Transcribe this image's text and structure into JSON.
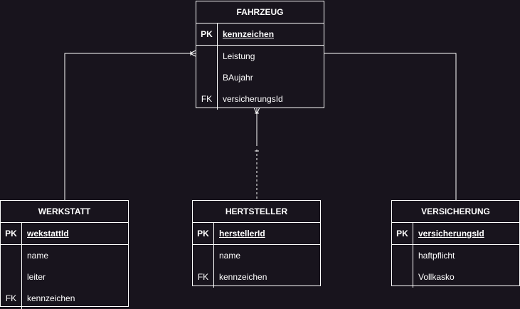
{
  "colors": {
    "background": "#18141d",
    "line": "#ffffff",
    "text": "#ffffff"
  },
  "entities": {
    "fahrzeug": {
      "title": "FAHRZEUG",
      "pk": {
        "key": "PK",
        "name": "kennzeichen"
      },
      "attributes": [
        {
          "key": "",
          "name": "Leistung"
        },
        {
          "key": "",
          "name": "BAujahr"
        },
        {
          "key": "FK",
          "name": "versicherungsId"
        }
      ]
    },
    "werkstatt": {
      "title": "WERKSTATT",
      "pk": {
        "key": "PK",
        "name": "wekstattId"
      },
      "attributes": [
        {
          "key": "",
          "name": "name"
        },
        {
          "key": "",
          "name": "leiter"
        },
        {
          "key": "FK",
          "name": "kennzeichen"
        }
      ]
    },
    "hertsteller": {
      "title": "HERTSTELLER",
      "pk": {
        "key": "PK",
        "name": "herstellerId"
      },
      "attributes": [
        {
          "key": "",
          "name": "name"
        },
        {
          "key": "FK",
          "name": "kennzeichen"
        }
      ]
    },
    "versicherung": {
      "title": "VERSICHERUNG",
      "pk": {
        "key": "PK",
        "name": "versicherungsId"
      },
      "attributes": [
        {
          "key": "",
          "name": "haftpflicht"
        },
        {
          "key": "",
          "name": "Vollkasko"
        }
      ]
    }
  }
}
